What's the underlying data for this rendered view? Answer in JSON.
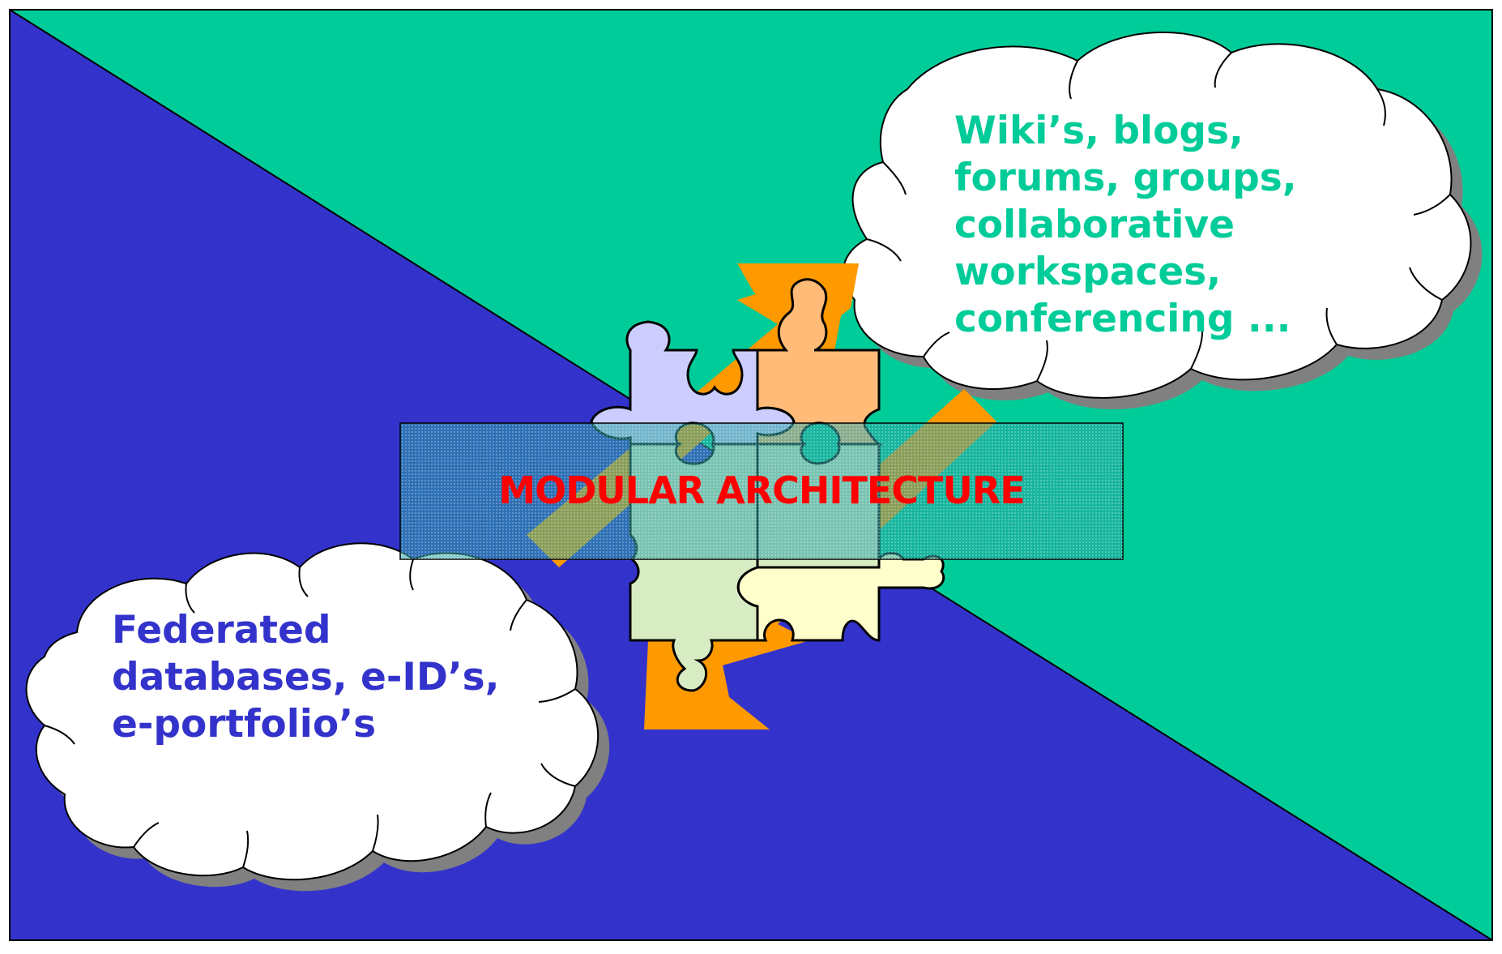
{
  "colors": {
    "green_bg": "#00cc99",
    "blue_bg": "#3333cc",
    "arrow": "#ff9900",
    "piece_lilac": "#ccccff",
    "piece_orange": "#ffbb77",
    "piece_green": "#d8ecc4",
    "piece_cream": "#ffffcc",
    "banner": "#33aaaa",
    "center_text": "#ff0000",
    "top_cloud_text": "#00cc99",
    "bottom_cloud_text": "#3333cc"
  },
  "top_cloud": {
    "lines": [
      "Wiki’s, blogs,",
      "forums, groups,",
      "collaborative",
      "workspaces,",
      "conferencing ..."
    ]
  },
  "bottom_cloud": {
    "lines": [
      "Federated",
      "databases, e-ID’s,",
      "e-portfolio’s"
    ]
  },
  "center": {
    "label": "MODULAR ARCHITECTURE"
  }
}
